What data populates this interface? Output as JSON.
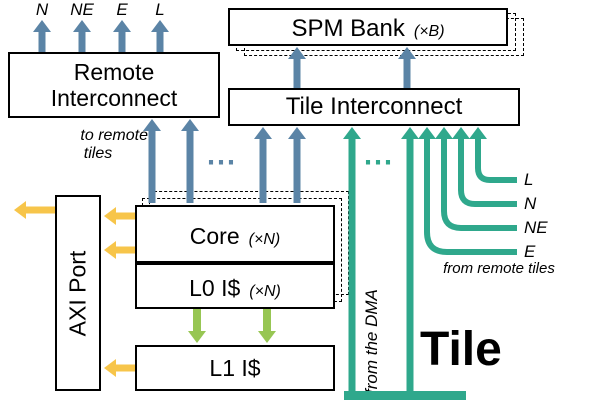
{
  "colors": {
    "arrow_blue": "#5b84a6",
    "arrow_teal": "#2fa88c",
    "arrow_yellow": "#f7c54a",
    "arrow_green": "#97c653",
    "box_border": "#000000",
    "background": "#ffffff"
  },
  "top_ports": {
    "labels": [
      "N",
      "NE",
      "E",
      "L"
    ]
  },
  "boxes": {
    "remote_interconnect": {
      "line1": "Remote",
      "line2": "Interconnect"
    },
    "spm_bank": {
      "title": "SPM Bank",
      "multiplier": "(×B)"
    },
    "tile_interconnect": {
      "title": "Tile Interconnect"
    },
    "core": {
      "title": "Core",
      "multiplier": "(×N)"
    },
    "l0_cache": {
      "title": "L0 I$",
      "multiplier": "(×N)"
    },
    "axi_port": {
      "title": "AXI Port"
    },
    "l1_cache": {
      "title": "L1 I$"
    }
  },
  "labels": {
    "to_remote_tiles_line1": "to remote",
    "to_remote_tiles_line2": "tiles",
    "from_the_dma": "from the DMA",
    "from_remote_tiles": "from remote tiles",
    "tile": "Tile",
    "ellipsis": "⋯"
  },
  "remote_in_ports": {
    "labels": [
      "L",
      "N",
      "NE",
      "E"
    ]
  }
}
